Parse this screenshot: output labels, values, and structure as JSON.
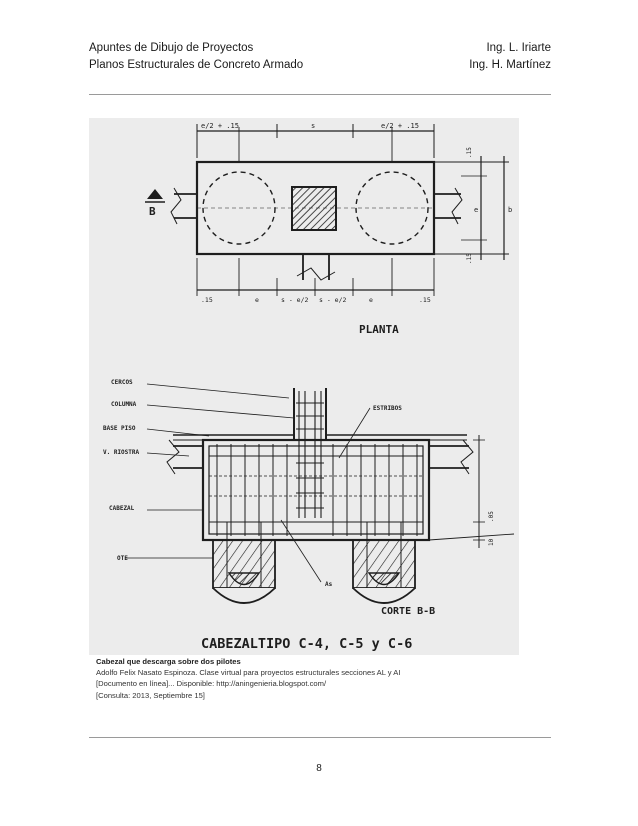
{
  "header": {
    "course_title": "Apuntes de Dibujo de Proyectos",
    "chapter_title": "Planos Estructurales de Concreto Armado",
    "author_1": "Ing. L. Iriarte",
    "author_2": "Ing. H. Martínez"
  },
  "figure": {
    "dim_top_left": "e/2 + .15",
    "dim_top_mid": "s",
    "dim_top_right": "e/2 + .15",
    "section_marker": "B",
    "dim_right_top": ".15",
    "dim_right_mid": "e",
    "dim_right_bot": ".15",
    "dim_right_total": "b",
    "dim_bot_1": ".15",
    "dim_bot_2": "e",
    "dim_bot_3": "s - e/2",
    "dim_bot_4": "s - e/2",
    "dim_bot_5": "e",
    "dim_bot_6": ".15",
    "plan_label": "PLANTA",
    "label_cercos": "CERCOS",
    "label_columna": "COLUMNA",
    "label_base_piso": "BASE PISO",
    "label_v_riostra": "V. RIOSTRA",
    "label_estribos": "ESTRIBOS",
    "label_cabezal": "CABEZAL",
    "label_pilote": "OTE",
    "label_as": "As",
    "dim_side_1": ".05",
    "dim_side_2": "10",
    "section_label": "CORTE B-B",
    "figure_title": "CABEZALTIPO C-4, C-5 y C-6"
  },
  "caption": {
    "title": "Cabezal que descarga sobre dos pilotes",
    "line_1": "Adolfo Felix Nasato Espinoza. Clase virtual para proyectos estructurales secciones AL y AI",
    "line_2": "[Documento en línea]... Disponible: http://aningenieria.blogspot.com/",
    "line_3": "[Consulta: 2013, Septiembre 15]"
  },
  "page_number": "8"
}
